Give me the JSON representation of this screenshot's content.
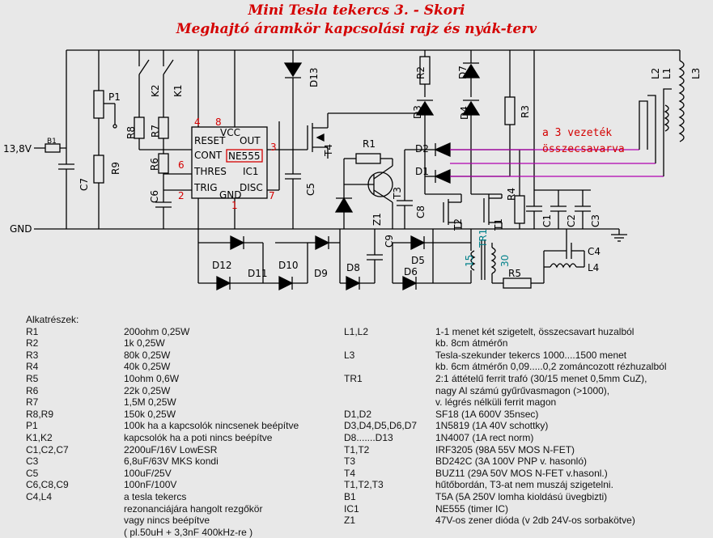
{
  "title": {
    "line1": "Mini Tesla tekercs 3. - Skori",
    "line2": "Meghajtó áramkör kapcsolási rajz és nyák-terv"
  },
  "colors": {
    "title": "#d40000",
    "wire": "#000000",
    "teal": "#00808a",
    "note_wire": "#b000b0"
  },
  "schematic": {
    "supply_label": "13,8V",
    "gnd_label": "GND",
    "note_line1": "a 3 vezeték",
    "note_line2": "összecsavarva",
    "ic_name": "NE555",
    "ic_id": "IC1",
    "ic_pins": {
      "reset": "RESET",
      "vcc": "VCC",
      "out": "OUT",
      "cont": "CONT",
      "thres": "THRES",
      "trig": "TRIG",
      "gnd": "GND",
      "disc": "DISC"
    },
    "pin_numbers": {
      "p4": "4",
      "p8": "8",
      "p3": "3",
      "p6": "6",
      "p2": "2",
      "p1": "1",
      "p7": "7"
    },
    "labels": {
      "B1": "B1",
      "C7": "C7",
      "R9": "R9",
      "P1": "P1",
      "R8": "R8",
      "R7": "R7",
      "R6": "R6",
      "C6": "C6",
      "K2": "K2",
      "K1": "K1",
      "D13": "D13",
      "C5": "C5",
      "T4": "T4",
      "R1": "R1",
      "Z1": "Z1",
      "T3": "T3",
      "C8": "C8",
      "C9": "C9",
      "R2": "R2",
      "D7": "D7",
      "D3": "D3",
      "D4": "D4",
      "R3": "R3",
      "D2": "D2",
      "D1": "D1",
      "R4": "R4",
      "T2": "T2",
      "T1": "T1",
      "C1": "C1",
      "C2": "C2",
      "C3": "C3",
      "L2": "L2",
      "L1": "L1",
      "L3": "L3",
      "C4": "C4",
      "L4": "L4",
      "R5": "R5",
      "TR1": "TR1",
      "n15": "15",
      "n30": "30",
      "D12": "D12",
      "D11": "D11",
      "D10": "D10",
      "D9": "D9",
      "D8": "D8",
      "D5": "D5",
      "D6": "D6"
    }
  },
  "parts_left": [
    [
      "Alkatrészek:",
      ""
    ],
    [
      "R1",
      "200ohm 0,25W"
    ],
    [
      "R2",
      "1k 0,25W"
    ],
    [
      "R3",
      "80k 0,25W"
    ],
    [
      "R4",
      "40k 0,25W"
    ],
    [
      "R5",
      "10ohm 0,6W"
    ],
    [
      "R6",
      "22k 0,25W"
    ],
    [
      "R7",
      "1,5M 0,25W"
    ],
    [
      "R8,R9",
      "150k 0,25W"
    ],
    [
      "P1",
      "100k ha a kapcsolók nincsenek beépítve"
    ],
    [
      "K1,K2",
      "kapcsolók ha a poti nincs beépítve"
    ],
    [
      "C1,C2,C7",
      "2200uF/16V LowESR"
    ],
    [
      "C3",
      "6,8uF/63V MKS kondi"
    ],
    [
      "C5",
      "100uF/25V"
    ],
    [
      "C6,C8,C9",
      "100nF/100V"
    ],
    [
      "C4,L4",
      "a tesla tekercs"
    ],
    [
      "",
      "rezonanciájára hangolt rezgőkör"
    ],
    [
      "",
      "vagy nincs beépítve"
    ],
    [
      "",
      "( pl.50uH + 3,3nF 400kHz-re )"
    ]
  ],
  "parts_right": [
    [
      "",
      ""
    ],
    [
      "L1,L2",
      "1-1 menet két szigetelt, összecsavart huzalból"
    ],
    [
      "",
      "kb. 8cm átmérőn"
    ],
    [
      "L3",
      "Tesla-szekunder tekercs 1000....1500 menet"
    ],
    [
      "",
      "kb. 6cm átmérőn 0,09.....0,2 zománcozott rézhuzalból"
    ],
    [
      "TR1",
      "2:1 áttételű        ferrit trafó (30/15 menet 0,5mm CuZ),"
    ],
    [
      "",
      "nagy Al számú gyűrűvasmagon (>1000),"
    ],
    [
      "",
      "v. légrés nélküli ferrit magon"
    ],
    [
      "D1,D2",
      "SF18 (1A 600V 35nsec)"
    ],
    [
      "D3,D4,D5,D6,D7",
      "1N5819 (1A 40V schottky)"
    ],
    [
      "D8.......D13",
      "1N4007 (1A rect norm)"
    ],
    [
      "T1,T2",
      "IRF3205 (98A 55V MOS N-FET)"
    ],
    [
      "T3",
      "BD242C (3A 100V PNP v. hasonló)"
    ],
    [
      "T4",
      "BUZ11 (29A 50V MOS N-FET v.hasonl.)"
    ],
    [
      "T1,T2,T3",
      "hűtőbordán, T3-at nem muszáj szigetelni."
    ],
    [
      "B1",
      "T5A (5A 250V lomha kioldású üvegbizti)"
    ],
    [
      "IC1",
      "NE555 (timer IC)"
    ],
    [
      "Z1",
      "47V-os zener dióda (v 2db 24V-os sorbakötve)"
    ]
  ]
}
